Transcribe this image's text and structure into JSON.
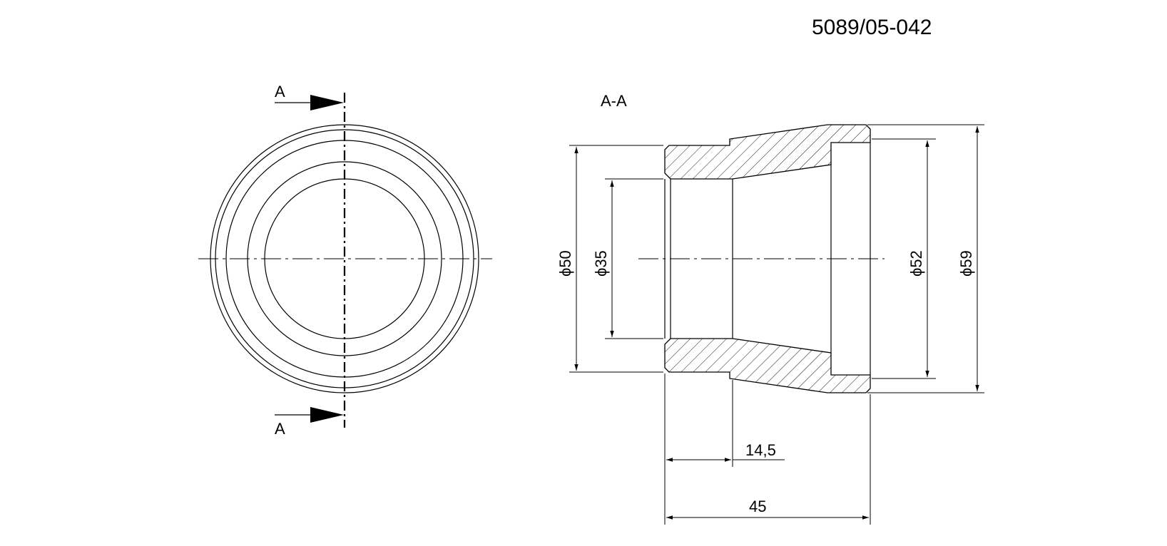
{
  "drawing_number": "5089/05-042",
  "section_marker_top": "A",
  "section_marker_bottom": "A",
  "section_title": "A-A",
  "dimensions": {
    "d50": "ϕ50",
    "d35": "ϕ35",
    "d52": "ϕ52",
    "d59": "ϕ59",
    "len_14_5": "14,5",
    "len_45": "45"
  }
}
